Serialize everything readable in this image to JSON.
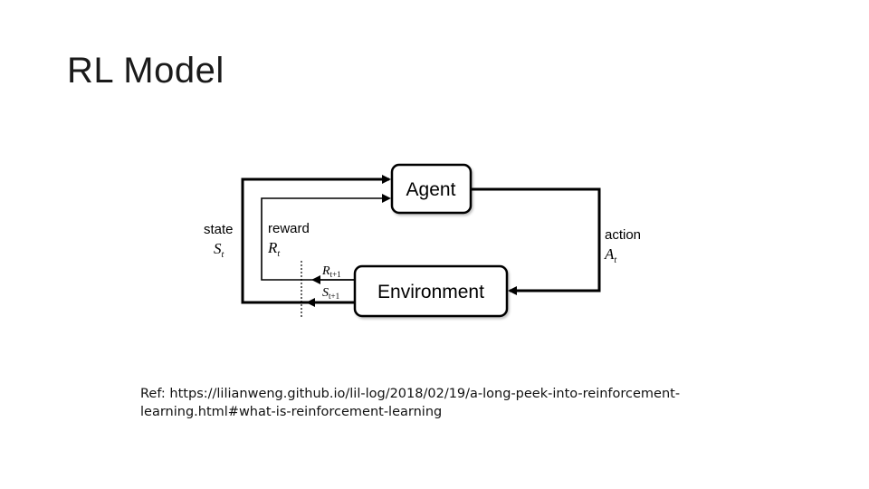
{
  "slide": {
    "title": "RL Model"
  },
  "diagram": {
    "agent_label": "Agent",
    "environment_label": "Environment",
    "state_label": "state",
    "state_symbol": "S",
    "state_subscript": "t",
    "reward_label": "reward",
    "reward_symbol": "R",
    "reward_subscript": "t",
    "action_label": "action",
    "action_symbol": "A",
    "action_subscript": "t",
    "next_reward_symbol": "R",
    "next_reward_subscript": "t+1",
    "next_state_symbol": "S",
    "next_state_subscript": "t+1"
  },
  "reference": {
    "line1": "Ref: https://lilianweng.github.io/lil-log/2018/02/19/a-long-peek-into-reinforcement-",
    "line2": "learning.html#what-is-reinforcement-learning"
  }
}
